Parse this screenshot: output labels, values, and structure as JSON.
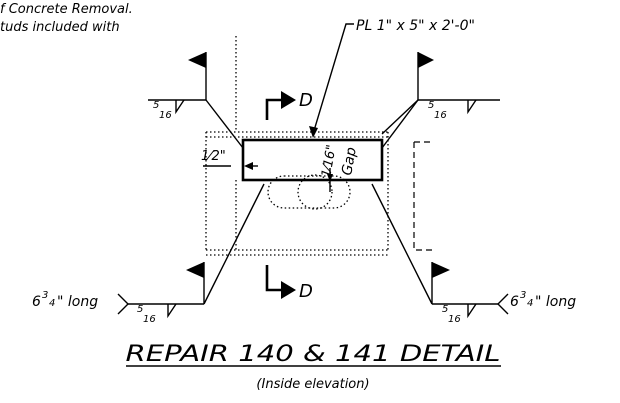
{
  "notes": {
    "line1": "f Concrete Removal.",
    "line2": "tuds included with"
  },
  "plate_callout": "PL 1\" x 5\" x 2'-0\"",
  "section_label": "D",
  "dimension_half": "1⁄2\"",
  "gap": {
    "value": "1⁄16\"",
    "label": "Gap"
  },
  "weld": {
    "size_num": "5",
    "size_den": "16"
  },
  "stud": {
    "whole": "6",
    "num": "3",
    "den": "4",
    "suffix": "\" long"
  },
  "title": "REPAIR 140 & 141 DETAIL",
  "subtitle": "(Inside elevation)"
}
